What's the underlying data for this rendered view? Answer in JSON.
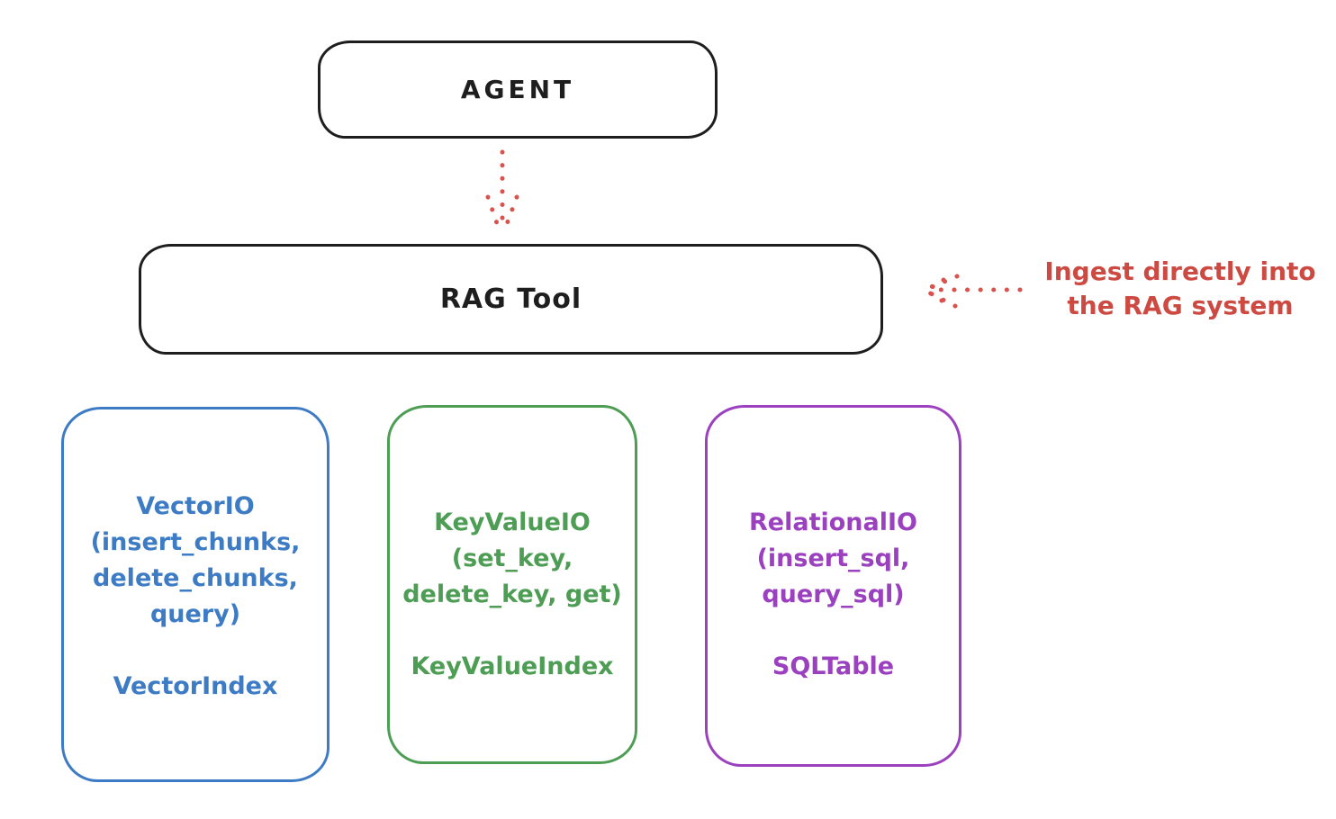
{
  "agent_box": {
    "label": "AGENT"
  },
  "rag_tool_box": {
    "label": "RAG Tool"
  },
  "annotation": {
    "line1": "Ingest directly into",
    "line2": "the RAG system",
    "color": "#cd4a43"
  },
  "arrows": [
    {
      "name": "agent-to-rag-tool",
      "style": "dotted",
      "direction": "down",
      "color": "#d9534e"
    },
    {
      "name": "ingest-into-rag-tool",
      "style": "dotted",
      "direction": "left",
      "color": "#d9534e"
    }
  ],
  "backend_boxes": [
    {
      "title": "VectorIO",
      "methods": [
        "(insert_chunks,",
        "delete_chunks,",
        "query)"
      ],
      "index_label": "VectorIndex",
      "color": "#3d7cc4"
    },
    {
      "title": "KeyValueIO",
      "methods": [
        "(set_key,",
        "delete_key, get)"
      ],
      "index_label": "KeyValueIndex",
      "color": "#4d9d55"
    },
    {
      "title": "RelationalIO",
      "methods": [
        "(insert_sql,",
        "query_sql)"
      ],
      "index_label": "SQLTable",
      "color": "#9b40bf"
    }
  ],
  "outline_color": "#1e1e1e"
}
